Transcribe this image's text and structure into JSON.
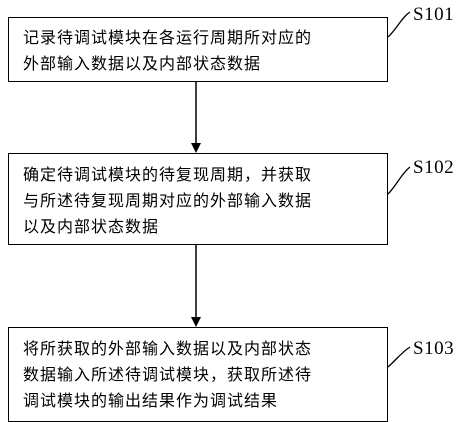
{
  "steps": [
    {
      "id": "S101",
      "text": "记录待调试模块在各运行周期所对应的\n外部输入数据以及内部状态数据"
    },
    {
      "id": "S102",
      "text": "确定待调试模块的待复现周期，并获取\n与所述待复现周期对应的外部输入数据\n以及内部状态数据"
    },
    {
      "id": "S103",
      "text": "将所获取的外部输入数据以及内部状态\n数据输入所述待调试模块，获取所述待\n调试模块的输出结果作为调试结果"
    }
  ]
}
